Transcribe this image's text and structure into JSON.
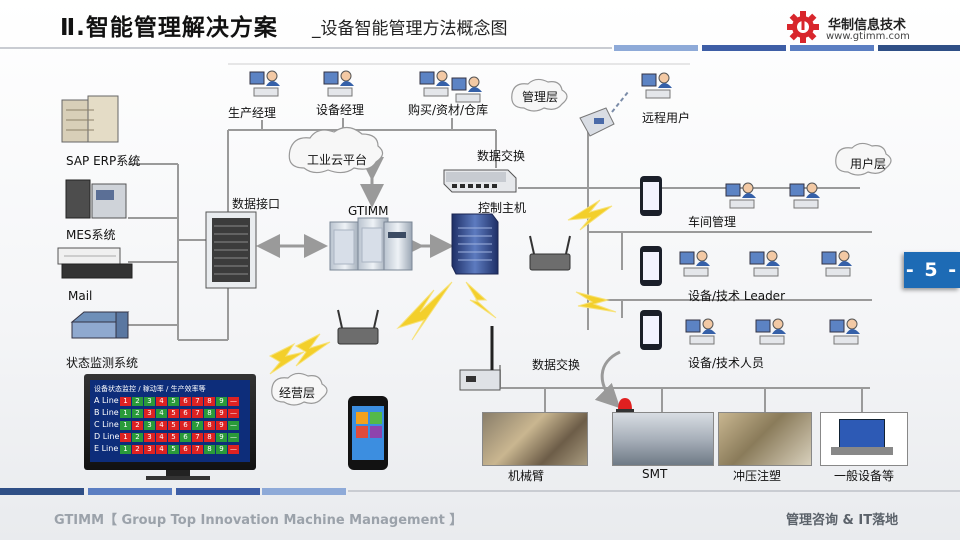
{
  "header": {
    "title_main": "Ⅱ.智能管理解决方案",
    "title_sub": "_设备智能管理方法概念图",
    "logo_name": "华制信息技术",
    "logo_url": "www.gtimm.com"
  },
  "page_number": "- 5 -",
  "footer": {
    "left": "GTIMM【 Group Top Innovation Machine Management 】",
    "right": "管理咨询 & IT落地"
  },
  "diagram": {
    "management_roles": [
      "生产经理",
      "设备经理",
      "购买/资材/仓库"
    ],
    "management_layer": "管理层",
    "remote_user": "远程用户",
    "systems": [
      "SAP ERP系统",
      "MES系统",
      "Mail",
      "状态监测系统"
    ],
    "data_interface": "数据接口",
    "cloud_platform": "工业云平台",
    "gtimm": "GTIMM",
    "data_exchange_top": "数据交换",
    "control_host": "控制主机",
    "user_layer": "用户层",
    "workshop_mgmt": "车间管理",
    "equipment_leader": "设备/技术 Leader",
    "equipment_staff": "设备/技术人员",
    "operation_layer": "经营层",
    "data_exchange_bottom": "数据交换",
    "equipment": [
      "机械臂",
      "SMT",
      "冲压注塑",
      "一般设备等"
    ]
  },
  "monitor": {
    "title": "设备状态监控 / 稼动率 / 生产效率等",
    "rows": [
      "A Line",
      "B Line",
      "C Line",
      "D Line",
      "E Line"
    ],
    "cells": [
      "1",
      "2",
      "3",
      "4",
      "5",
      "6",
      "7",
      "8",
      "9",
      "—"
    ]
  },
  "colors": {
    "accent_blue": "#1d6bb5",
    "dark_blue": "#2f4f86",
    "connector_gray": "#9a9a9a",
    "lightning_yellow": "#f3cf2b",
    "logo_red": "#d8262c"
  }
}
